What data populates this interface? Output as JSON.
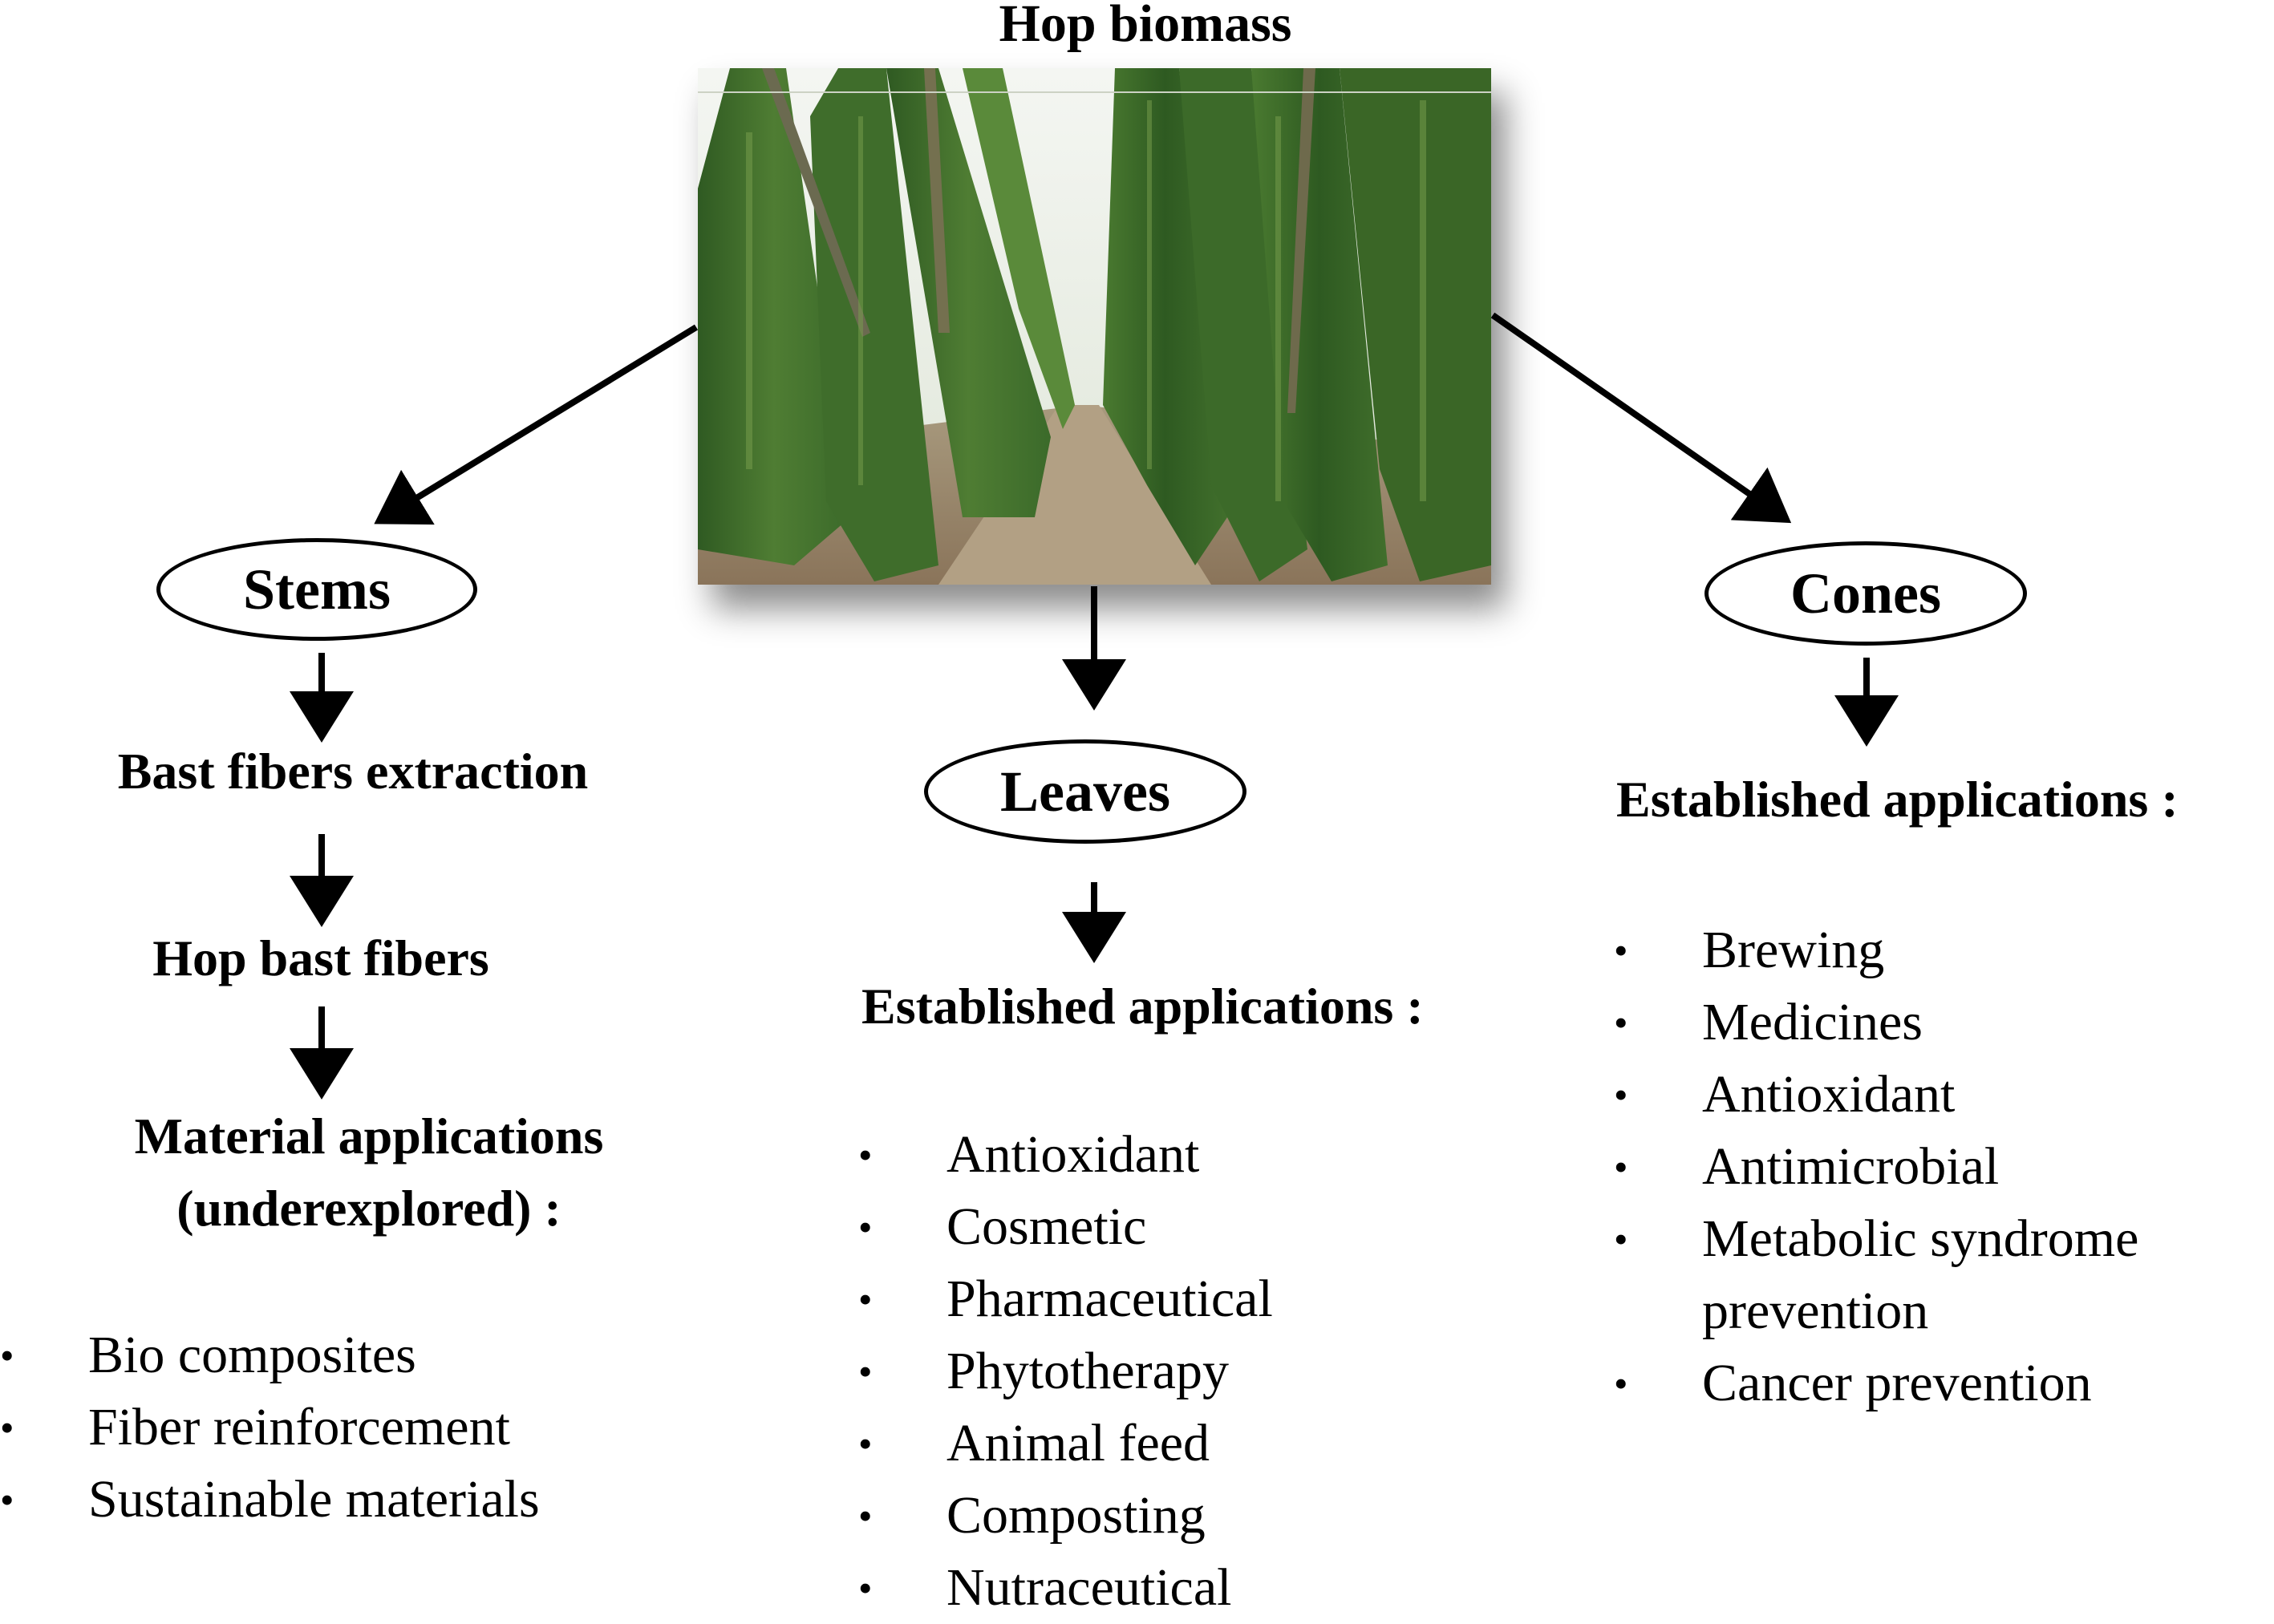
{
  "title": "Hop biomass",
  "photo": {
    "description": "hop-field-photo",
    "alt": "Hop field with tall hop plants climbing poles"
  },
  "branches": {
    "stems": {
      "label": "Stems",
      "steps": [
        "Bast fibers extraction",
        "Hop bast fibers"
      ],
      "applications_title_line1": "Material applications",
      "applications_title_line2": "(underexplored) :",
      "items": [
        "Bio composites",
        "Fiber reinforcement",
        "Sustainable materials"
      ]
    },
    "leaves": {
      "label": "Leaves",
      "applications_title": "Established applications :",
      "items": [
        "Antioxidant",
        "Cosmetic",
        "Pharmaceutical",
        "Phytotherapy",
        "Animal feed",
        "Composting",
        "Nutraceutical"
      ]
    },
    "cones": {
      "label": "Cones",
      "applications_title": "Established applications :",
      "items": [
        "Brewing",
        "Medicines",
        "Antioxidant",
        "Antimicrobial",
        "Metabolic syndrome",
        "prevention",
        "Cancer prevention"
      ]
    }
  },
  "bullet_glyph": "•",
  "colors": {
    "line": "#000000",
    "background": "#ffffff"
  }
}
